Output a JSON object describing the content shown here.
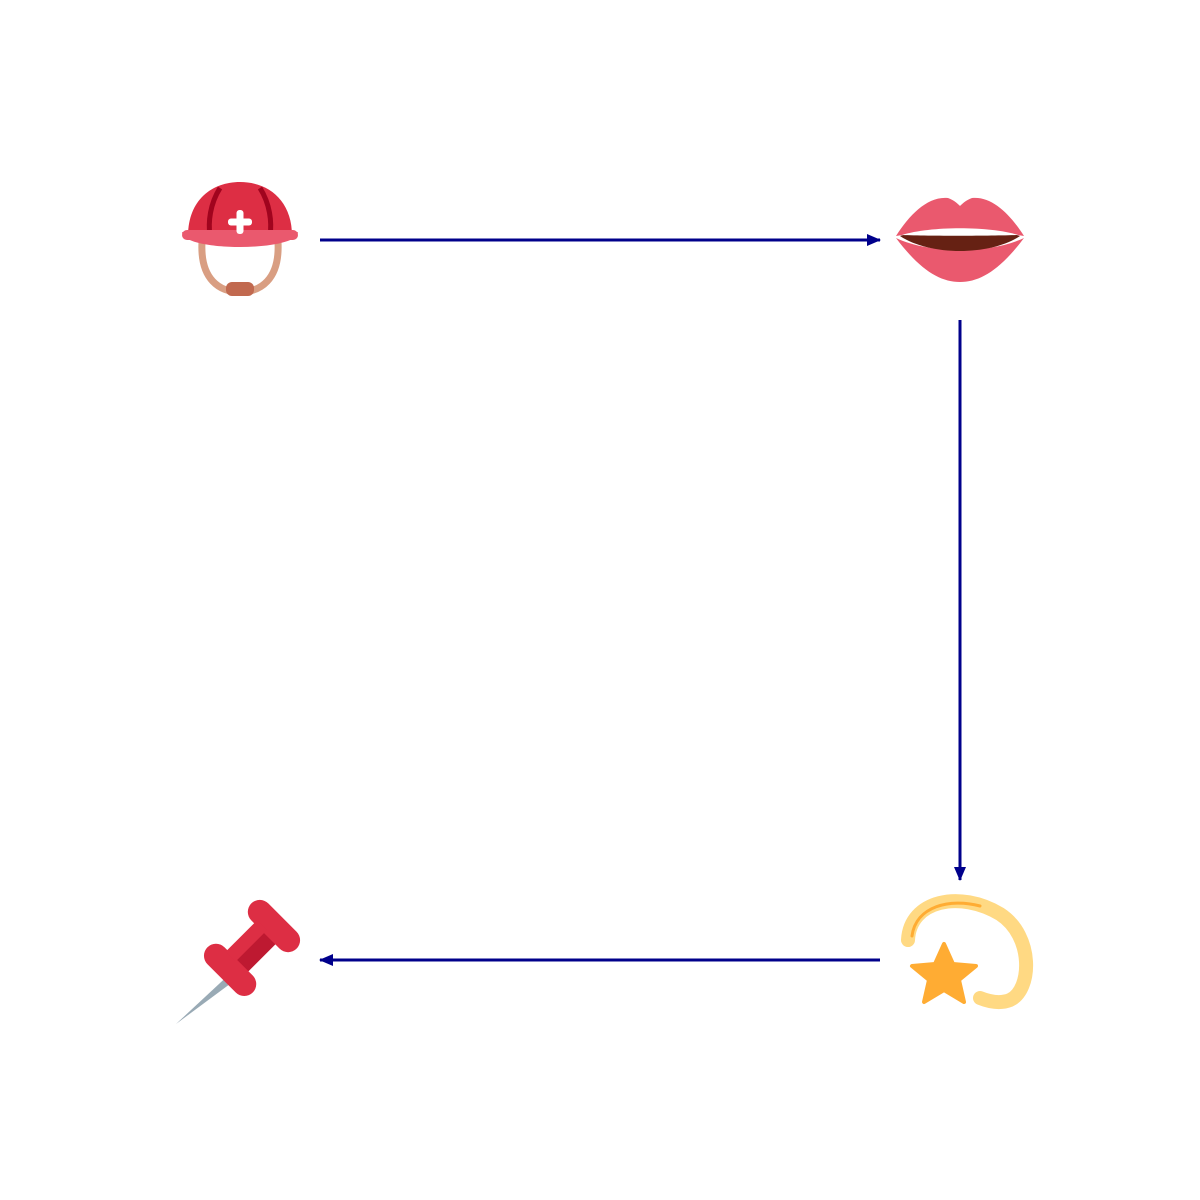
{
  "diagram": {
    "type": "flow-cycle",
    "edge_color": "#00008B",
    "nodes": [
      {
        "id": "helmet",
        "icon": "rescue-worker-helmet-icon"
      },
      {
        "id": "mouth",
        "icon": "mouth-icon"
      },
      {
        "id": "dizzy",
        "icon": "dizzy-star-icon"
      },
      {
        "id": "pushpin",
        "icon": "pushpin-icon"
      }
    ],
    "edges": [
      {
        "from": "helmet",
        "to": "mouth"
      },
      {
        "from": "mouth",
        "to": "dizzy"
      },
      {
        "from": "dizzy",
        "to": "pushpin"
      }
    ]
  }
}
